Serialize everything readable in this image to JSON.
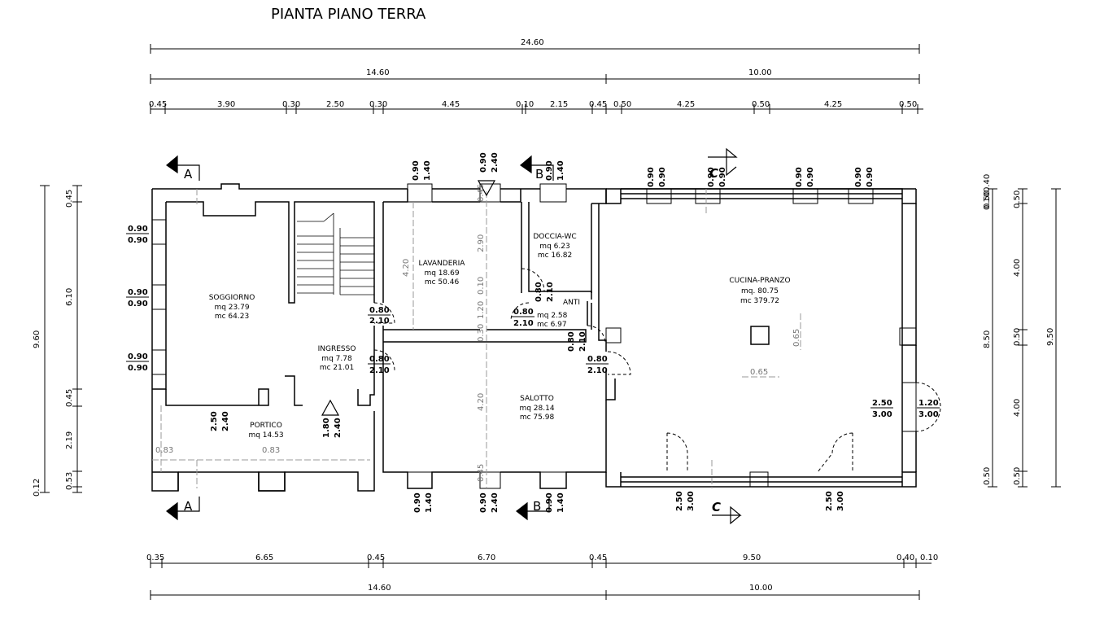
{
  "title": "PIANTA PIANO TERRA",
  "dims_top": {
    "total": "24.60",
    "sub": [
      "14.60",
      "10.00"
    ],
    "detail": [
      "0.45",
      "3.90",
      "0.30",
      "2.50",
      "0.30",
      "4.45",
      "0.10",
      "2.15",
      "0.45",
      "0.50",
      "4.25",
      "0.50",
      "4.25",
      "0.50"
    ]
  },
  "dims_bottom": {
    "detail": [
      "0.35",
      "6.65",
      "0.45",
      "6.70",
      "0.45",
      "9.50",
      "0.40",
      "0.10"
    ],
    "sub": [
      "14.60",
      "10.00"
    ]
  },
  "dims_left": {
    "total": "9.60",
    "detail": [
      "0.45",
      "6.10",
      "0.45",
      "2.19",
      "0.53",
      "0.12"
    ]
  },
  "dims_right": {
    "total": "9.50",
    "sub": "8.50",
    "outer": [
      "4.00",
      "4.00",
      "0.50",
      "0.50",
      "0.50"
    ],
    "inner": [
      "0.40",
      "0.10",
      "0.50",
      "0.50"
    ]
  },
  "rooms": [
    {
      "name": "SOGGIORNO",
      "mq": "mq 23.79",
      "mc": "mc 64.23"
    },
    {
      "name": "INGRESSO",
      "mq": "mq 7.78",
      "mc": "mc 21.01"
    },
    {
      "name": "PORTICO",
      "mq": "mq 14.53",
      "mc": ""
    },
    {
      "name": "LAVANDERIA",
      "mq": "mq 18.69",
      "mc": "mc 50.46"
    },
    {
      "name": "DOCCIA-WC",
      "mq": "mq 6.23",
      "mc": "mc 16.82"
    },
    {
      "name": "ANTI",
      "mq": "mq 2.58",
      "mc": "mc 6.97"
    },
    {
      "name": "SALOTTO",
      "mq": "mq 28.14",
      "mc": "mc 75.98"
    },
    {
      "name": "CUCINA-PRANZO",
      "mq": "mq. 80.75",
      "mc": "mc 379.72"
    }
  ],
  "openings": [
    {
      "w": "0.90",
      "h": "0.90"
    },
    {
      "w": "0.90",
      "h": "0.90"
    },
    {
      "w": "0.90",
      "h": "0.90"
    },
    {
      "w": "0.80",
      "h": "2.10"
    },
    {
      "w": "0.80",
      "h": "2.10"
    },
    {
      "w": "0.80",
      "h": "2.10"
    },
    {
      "w": "0.80",
      "h": "2.10"
    },
    {
      "w": "0.80",
      "h": "2.10"
    },
    {
      "w": "0.80",
      "h": "2.10"
    },
    {
      "w": "2.50",
      "h": "3.00"
    },
    {
      "w": "1.20",
      "h": "3.00"
    },
    {
      "w": "2.50",
      "h": "2.40"
    },
    {
      "w": "1.80",
      "h": "2.40"
    },
    {
      "w": "2.50",
      "h": "3.00"
    },
    {
      "w": "2.50",
      "h": "3.00"
    },
    {
      "w": "0.90",
      "h": "1.40"
    },
    {
      "w": "0.90",
      "h": "2.40"
    },
    {
      "w": "0.90",
      "h": "1.40"
    },
    {
      "w": "0.90",
      "h": "1.40"
    },
    {
      "w": "0.90",
      "h": "2.40"
    },
    {
      "w": "0.90",
      "h": "1.40"
    },
    {
      "w": "0.90",
      "h": "0.90"
    }
  ],
  "interior": [
    "4.20",
    "2.90",
    "1.20",
    "0.10",
    "0.30",
    "4.20",
    "0.45",
    "0.45",
    "0.65",
    "0.65",
    "0.83",
    "0.83"
  ],
  "sections": [
    "A",
    "A",
    "B",
    "B",
    "C",
    "C"
  ]
}
